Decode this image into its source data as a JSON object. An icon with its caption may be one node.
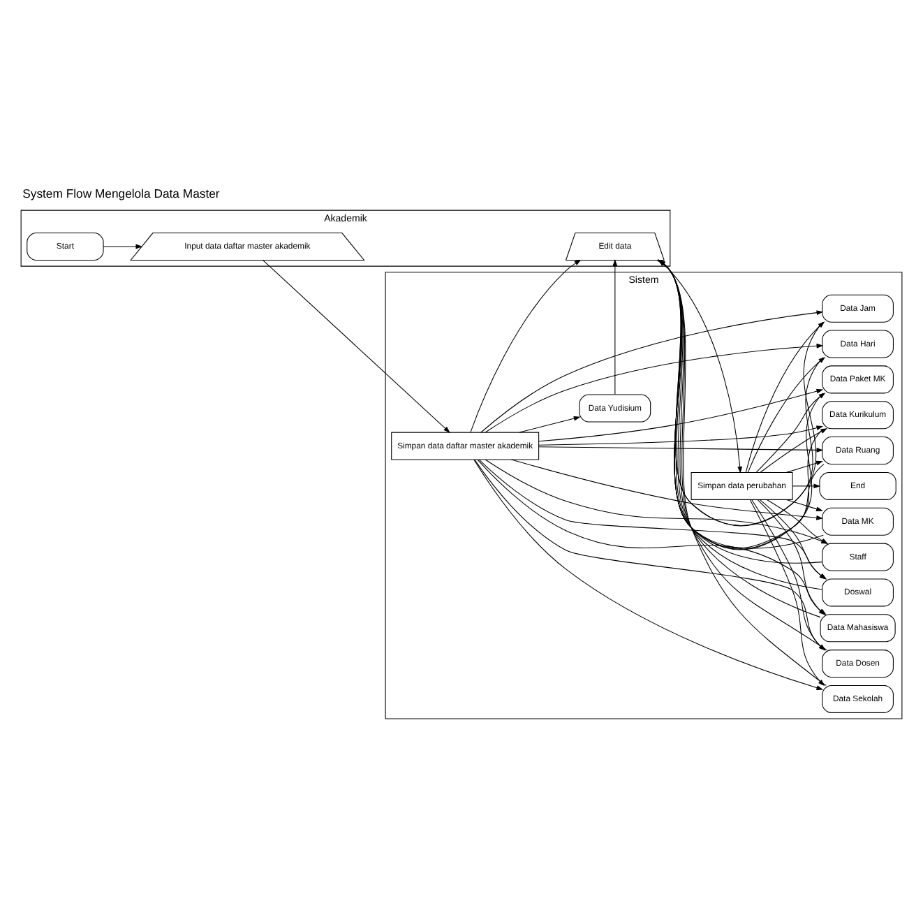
{
  "diagram": {
    "title": "System Flow Mengelola Data Master",
    "nodes": [
      {
        "text": [
          "Akademik"
        ]
      },
      {
        "text": [
          "Sistem"
        ]
      },
      {
        "text": [
          "Start"
        ],
        "in": 0
      },
      {
        "text": [
          "Input data daftar master akademik"
        ],
        "in": 0
      },
      {
        "text": [
          "Edit data"
        ],
        "in": 0
      },
      {
        "text": [
          "Simpan data daftar master akademik"
        ],
        "in": 1
      },
      {
        "text": [
          "Simpan data perubahan"
        ],
        "in": 1
      },
      {
        "text": [
          "End"
        ],
        "in": 1
      },
      {
        "text": [
          "Data Hari"
        ],
        "in": 1
      },
      {
        "text": [
          "Data Jam"
        ],
        "in": 1
      },
      {
        "text": [
          "Data Sekolah"
        ],
        "in": 1
      },
      {
        "text": [
          "Data Dosen"
        ],
        "in": 1
      },
      {
        "text": [
          "Data Mahasiswa"
        ],
        "in": 1
      },
      {
        "text": [
          "Doswal"
        ],
        "in": 1
      },
      {
        "text": [
          "Staff"
        ],
        "in": 1
      },
      {
        "text": [
          "Data MK"
        ],
        "in": 1
      },
      {
        "text": [
          "Data Ruang"
        ],
        "in": 1
      },
      {
        "text": [
          "Data Kurikulum"
        ],
        "in": 1
      },
      {
        "text": [
          "Data Paket MK"
        ],
        "in": 1
      },
      {
        "text": [
          "Data Yudisium"
        ],
        "in": 1
      }
    ],
    "edges": [
      {
        "from": 2,
        "to": 3,
        "arrow": "to"
      },
      {
        "from": 3,
        "to": 5,
        "arrow": "to"
      },
      {
        "from": 5,
        "to": 8,
        "arrow": "to"
      },
      {
        "from": 5,
        "to": 9,
        "arrow": "to"
      },
      {
        "from": 5,
        "to": 10,
        "arrow": "to"
      },
      {
        "from": 5,
        "to": 11,
        "arrow": "to"
      },
      {
        "from": 5,
        "to": 12,
        "arrow": "to"
      },
      {
        "from": 5,
        "to": 13,
        "arrow": "to"
      },
      {
        "from": 5,
        "to": 14,
        "arrow": "to"
      },
      {
        "from": 5,
        "to": 15,
        "arrow": "to"
      },
      {
        "from": 5,
        "to": 16,
        "arrow": "to"
      },
      {
        "from": 5,
        "to": 17,
        "arrow": "to"
      },
      {
        "from": 5,
        "to": 18,
        "arrow": "to"
      },
      {
        "from": 5,
        "to": 19,
        "arrow": "to"
      },
      {
        "from": 5,
        "to": 4,
        "arrow": "to"
      },
      {
        "from": 8,
        "to": 4,
        "arrow": "to"
      },
      {
        "from": 9,
        "to": 4,
        "arrow": "to"
      },
      {
        "from": 10,
        "to": 4,
        "arrow": "to"
      },
      {
        "from": 11,
        "to": 4,
        "arrow": "to"
      },
      {
        "from": 12,
        "to": 4,
        "arrow": "to"
      },
      {
        "from": 13,
        "to": 4,
        "arrow": "to"
      },
      {
        "from": 14,
        "to": 4,
        "arrow": "to"
      },
      {
        "from": 15,
        "to": 4,
        "arrow": "to"
      },
      {
        "from": 16,
        "to": 4,
        "arrow": "to"
      },
      {
        "from": 17,
        "to": 4,
        "arrow": "to"
      },
      {
        "from": 18,
        "to": 4,
        "arrow": "to"
      },
      {
        "from": 19,
        "to": 4,
        "arrow": "to"
      },
      {
        "from": 4,
        "to": 6,
        "arrow": "to"
      },
      {
        "from": 6,
        "to": 8,
        "arrow": "to"
      },
      {
        "from": 6,
        "to": 9,
        "arrow": "to"
      },
      {
        "from": 6,
        "to": 10,
        "arrow": "to"
      },
      {
        "from": 6,
        "to": 11,
        "arrow": "to"
      },
      {
        "from": 6,
        "to": 12,
        "arrow": "to"
      },
      {
        "from": 6,
        "to": 13,
        "arrow": "to"
      },
      {
        "from": 6,
        "to": 14,
        "arrow": "to"
      },
      {
        "from": 6,
        "to": 15,
        "arrow": "to"
      },
      {
        "from": 6,
        "to": 16,
        "arrow": "to"
      },
      {
        "from": 6,
        "to": 17,
        "arrow": "to"
      },
      {
        "from": 6,
        "to": 18,
        "arrow": "to"
      },
      {
        "from": 6,
        "to": 7,
        "arrow": "to"
      }
    ]
  }
}
